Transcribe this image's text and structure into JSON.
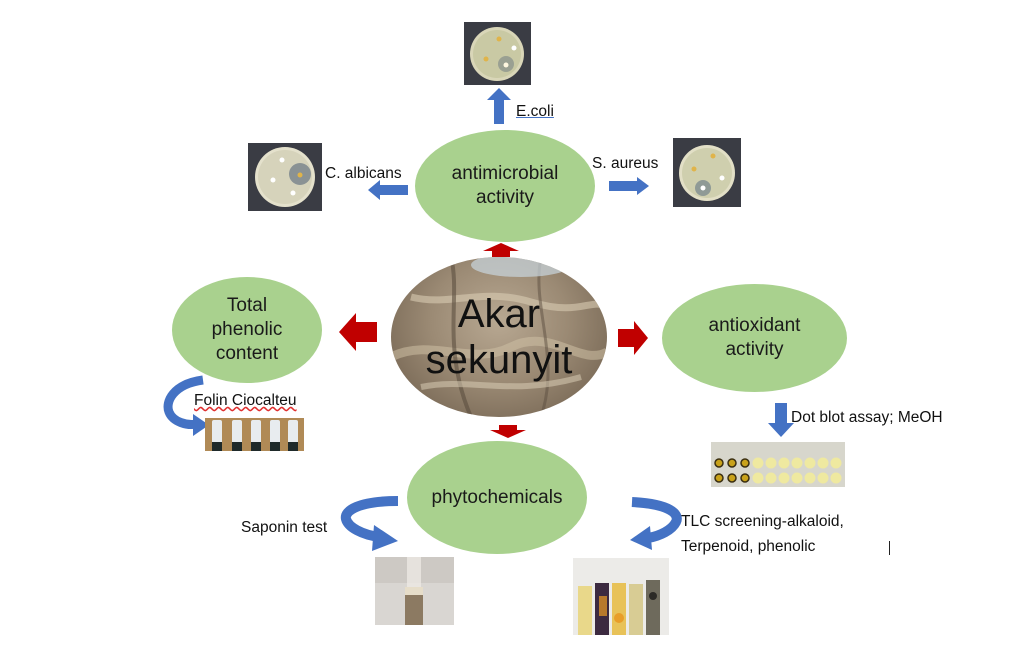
{
  "center": {
    "line1": "Akar",
    "line2": "sekunyit"
  },
  "nodes": {
    "antimicrobial": {
      "line1": "antimicrobial",
      "line2": "activity"
    },
    "phenolic": {
      "line1": "Total",
      "line2": "phenolic",
      "line3": "content"
    },
    "antioxidant": {
      "line1": "antioxidant",
      "line2": "activity"
    },
    "phytochemicals": {
      "label": "phytochemicals"
    }
  },
  "labels": {
    "ecoli": "E.coli",
    "calbicans": "C. albicans",
    "saureus": "S. aureus",
    "folin": "Folin Ciocalteu",
    "dotblot": "Dot blot assay; MeOH",
    "saponin": "Saponin test",
    "tlc_line1": "TLC screening-alkaloid,",
    "tlc_line2": "Terpenoid, phenolic"
  },
  "colors": {
    "node_fill": "#a9d18e",
    "blue_arrow": "#4472c4",
    "red_arrow": "#c00000"
  }
}
